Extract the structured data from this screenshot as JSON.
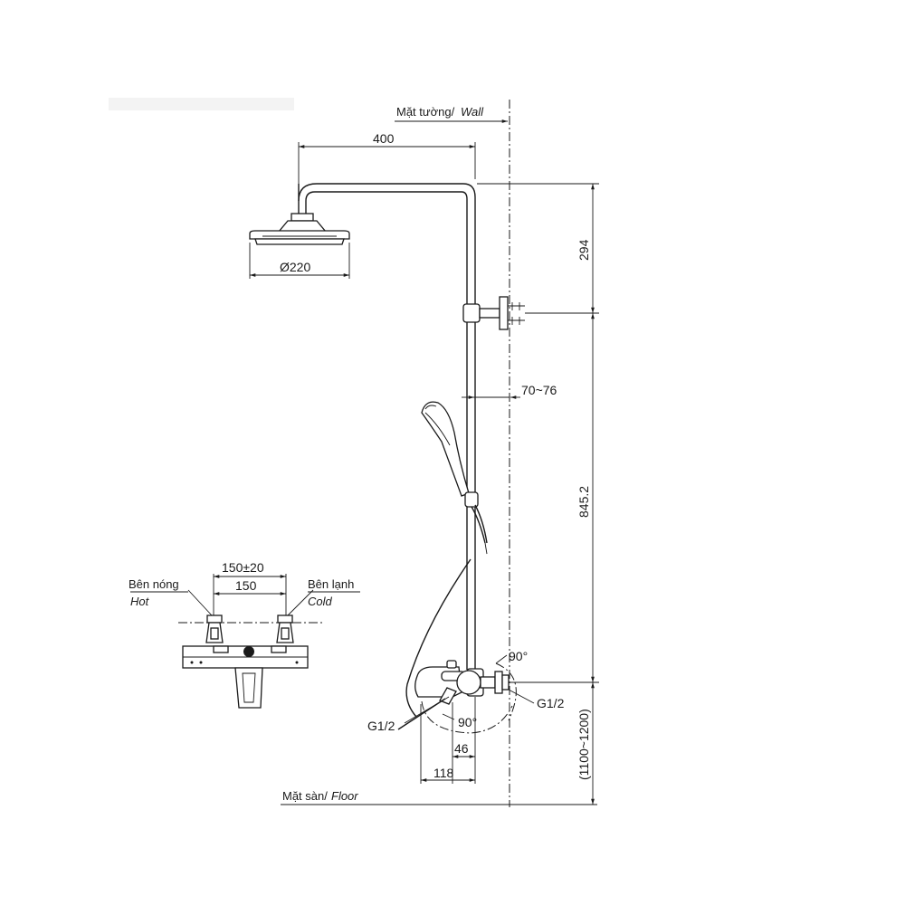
{
  "labels": {
    "wall_vn": "Mặt tường/",
    "wall_en": "Wall",
    "floor_vn": "Mặt sàn/",
    "floor_en": "Floor",
    "hot_vn": "Bên nóng",
    "hot_en": "Hot",
    "cold_vn": "Bên lạnh",
    "cold_en": "Cold"
  },
  "dimensions": {
    "arm_length": "400",
    "head_diameter": "Ø220",
    "top_to_bracket": "294",
    "bracket_to_valve": "845.2",
    "valve_height": "(1100~1200)",
    "rail_offset": "70~76",
    "inlet_spacing_tol": "150±20",
    "inlet_spacing": "150",
    "offset_46": "46",
    "offset_118": "118",
    "thread_left": "G1/2",
    "thread_right": "G1/2",
    "angle_top": "90°",
    "angle_bottom": "90°"
  }
}
